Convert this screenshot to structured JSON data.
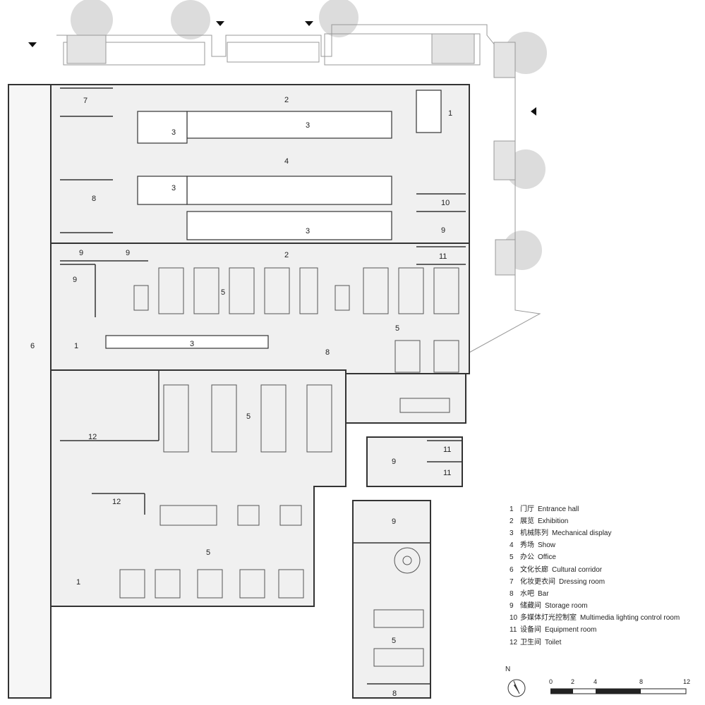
{
  "room_labels": {
    "r1_top": "1",
    "r2_top": "2",
    "r3_a": "3",
    "r3_b": "3",
    "r3_c": "3",
    "r3_d": "3",
    "r4": "4",
    "r2_mid": "2",
    "r7": "7",
    "r8_left": "8",
    "r1_mid": "1",
    "r3_long": "3",
    "r5_a": "5",
    "r5_b": "5",
    "r5_c": "5",
    "r5_d": "5",
    "r5_e": "5",
    "r9_a": "9",
    "r9_b": "9",
    "r9_c": "9",
    "r9_d": "9",
    "r9_e": "9",
    "r9_f": "9",
    "r10": "10",
    "r11_a": "11",
    "r11_b": "11",
    "r11_c": "11",
    "r12_a": "12",
    "r12_b": "12",
    "r6": "6",
    "r8_bar": "8",
    "r1_bottom": "1",
    "r8_bottom": "8"
  },
  "legend": [
    {
      "num": "1",
      "zh": "门厅",
      "en": "Entrance hall"
    },
    {
      "num": "2",
      "zh": "展览",
      "en": "Exhibition"
    },
    {
      "num": "3",
      "zh": "机械陈列",
      "en": "Mechanical display"
    },
    {
      "num": "4",
      "zh": "秀场",
      "en": "Show"
    },
    {
      "num": "5",
      "zh": "办公",
      "en": "Office"
    },
    {
      "num": "6",
      "zh": "文化长廊",
      "en": "Cultural corridor"
    },
    {
      "num": "7",
      "zh": "化妆更衣间",
      "en": "Dressing room"
    },
    {
      "num": "8",
      "zh": "水吧",
      "en": "Bar"
    },
    {
      "num": "9",
      "zh": "储藏间",
      "en": "Storage room"
    },
    {
      "num": "10",
      "zh": "多媒体灯光控制室",
      "en": "Multimedia lighting control room"
    },
    {
      "num": "11",
      "zh": "设备间",
      "en": "Equipment room"
    },
    {
      "num": "12",
      "zh": "卫生间",
      "en": "Toilet"
    }
  ],
  "north_label": "N",
  "scale_ticks": [
    "0",
    "2",
    "4",
    "8",
    "12"
  ],
  "colors": {
    "floor": "#f0f0f0",
    "wall": "#333333",
    "outline": "#888888",
    "tree": "#d6d6d6",
    "planter": "#b8b8b8"
  }
}
